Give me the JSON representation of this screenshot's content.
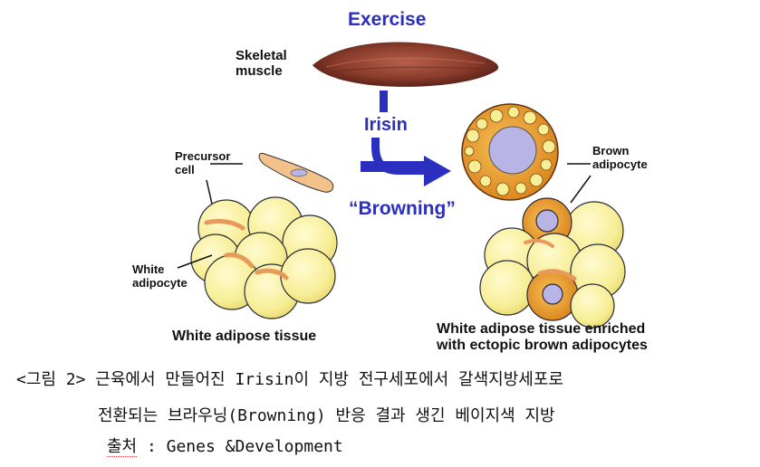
{
  "diagram": {
    "exercise": "Exercise",
    "skeletal_muscle": [
      "Skeletal",
      "muscle"
    ],
    "irisin": "Irisin",
    "browning": "“Browning”",
    "precursor_cell": [
      "Precursor",
      "cell"
    ],
    "brown_adipocyte": [
      "Brown",
      "adipocyte"
    ],
    "white_adipocyte": [
      "White",
      "adipocyte"
    ],
    "white_adipose_tissue": "White adipose tissue",
    "white_adipose_enriched": [
      "White adipose tissue enriched",
      "with ectopic brown adipocytes"
    ],
    "colors": {
      "arrow": "#2b2fbf",
      "white_adipocyte_fill": "#f7ee96",
      "brown_adipocyte_fill": "#f2a93a",
      "precursor_fill": "#f3c28a",
      "muscle": "#8a3b2a",
      "nucleus": "#b8b4e6"
    }
  },
  "caption": {
    "line1": "<그림 2> 근육에서 만들어진 Irisin이 지방 전구세포에서 갈색지방세포로",
    "line2": "전환되는 브라우닝(Browning) 반응 결과 생긴 베이지색 지방",
    "source_label": "출처",
    "source_text": " : Genes &Development"
  }
}
